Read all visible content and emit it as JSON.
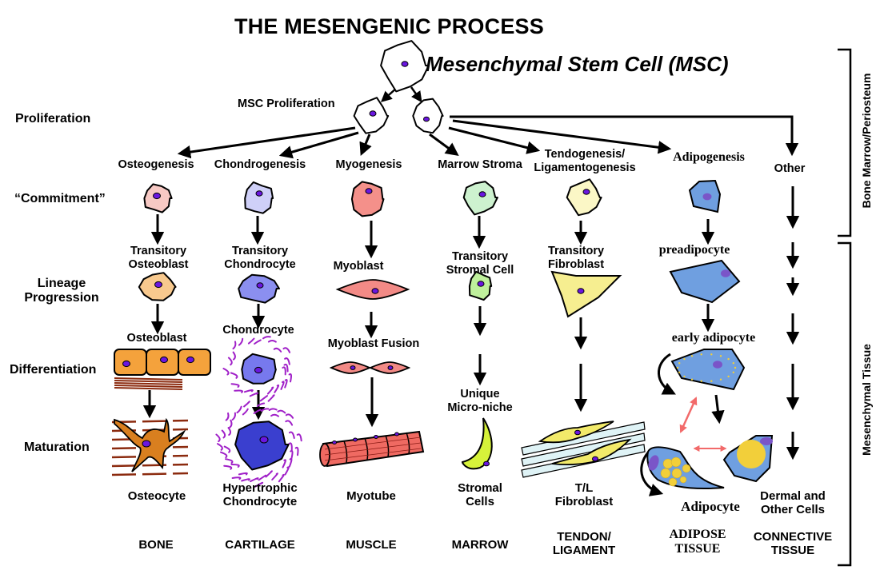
{
  "title": "THE MESENGENIC PROCESS",
  "stem_cell": "Mesenchymal Stem Cell (MSC)",
  "proliferation_label": "MSC Proliferation",
  "stages": {
    "proliferation": "Proliferation",
    "commitment": "“Commitment”",
    "lineage_progression": [
      "Lineage",
      "Progression"
    ],
    "differentiation": "Differentiation",
    "maturation": "Maturation"
  },
  "side_brackets": {
    "upper": "Bone Marrow/Periosteum",
    "lower": "Mesenchymal Tissue"
  },
  "lineages": [
    {
      "process": "Osteogenesis",
      "transitory": [
        "Transitory",
        "Osteoblast"
      ],
      "differentiated": "Osteoblast",
      "mature": [
        "Osteocyte"
      ],
      "tissue": [
        "BONE"
      ],
      "colors": {
        "commit": "#f7c9c4",
        "lineage": "#f8c98e",
        "diff": "#f4a23c",
        "mature": "#d97f1f",
        "matrix": "#8b2a0e"
      }
    },
    {
      "process": "Chondrogenesis",
      "transitory": [
        "Transitory",
        "Chondrocyte"
      ],
      "differentiated": "Chondrocyte",
      "mature": [
        "Hypertrophic",
        "Chondrocyte"
      ],
      "tissue": [
        "CARTILAGE"
      ],
      "colors": {
        "commit": "#cfd0f8",
        "lineage": "#8b8ff0",
        "diff": "#7779ee",
        "mature": "#3a3fcf",
        "matrix": "#a020c8"
      }
    },
    {
      "process": "Myogenesis",
      "transitory": [
        "Myoblast"
      ],
      "differentiated": "Myoblast Fusion",
      "mature": [
        "Myotube"
      ],
      "tissue": [
        "MUSCLE"
      ],
      "colors": {
        "commit": "#f4908a",
        "lineage": "#f28a86",
        "diff": "#f28a86",
        "mature": "#ef6a62"
      }
    },
    {
      "process": "Marrow Stroma",
      "transitory": [
        "Transitory",
        "Stromal Cell"
      ],
      "differentiated": [
        "Unique",
        "Micro-niche"
      ],
      "mature": [
        "Stromal",
        "Cells"
      ],
      "tissue": [
        "MARROW"
      ],
      "colors": {
        "commit": "#cdf2cf",
        "lineage": "#bff09c",
        "mature": "#d6f23a"
      }
    },
    {
      "process": [
        "Tendogenesis/",
        "Ligamentogenesis"
      ],
      "transitory": [
        "Transitory",
        "Fibroblast"
      ],
      "mature": [
        "T/L",
        "Fibroblast"
      ],
      "tissue": [
        "TENDON/",
        "LIGAMENT"
      ],
      "colors": {
        "commit": "#fbf7c6",
        "lineage": "#f6ee90",
        "mature": "#f2ea6a",
        "fiber": "#dff3f6"
      }
    },
    {
      "process": "Adipogenesis",
      "transitory": [
        "preadipocyte"
      ],
      "differentiated": "early adipocyte",
      "mature": [
        "Adipocyte"
      ],
      "tissue": [
        "ADIPOSE",
        "TISSUE"
      ],
      "colors": {
        "cell": "#6f9fe0",
        "nucleus": "#7a55c8",
        "lipid": "#f2cf3a",
        "reversal": "#f26a6a"
      }
    },
    {
      "process": "Other",
      "mature": [
        "Dermal and",
        "Other Cells"
      ],
      "tissue": [
        "CONNECTIVE",
        "TISSUE"
      ]
    }
  ],
  "colors": {
    "nucleus": "#6a16e0",
    "outline": "#000000",
    "arrow": "#000000"
  }
}
